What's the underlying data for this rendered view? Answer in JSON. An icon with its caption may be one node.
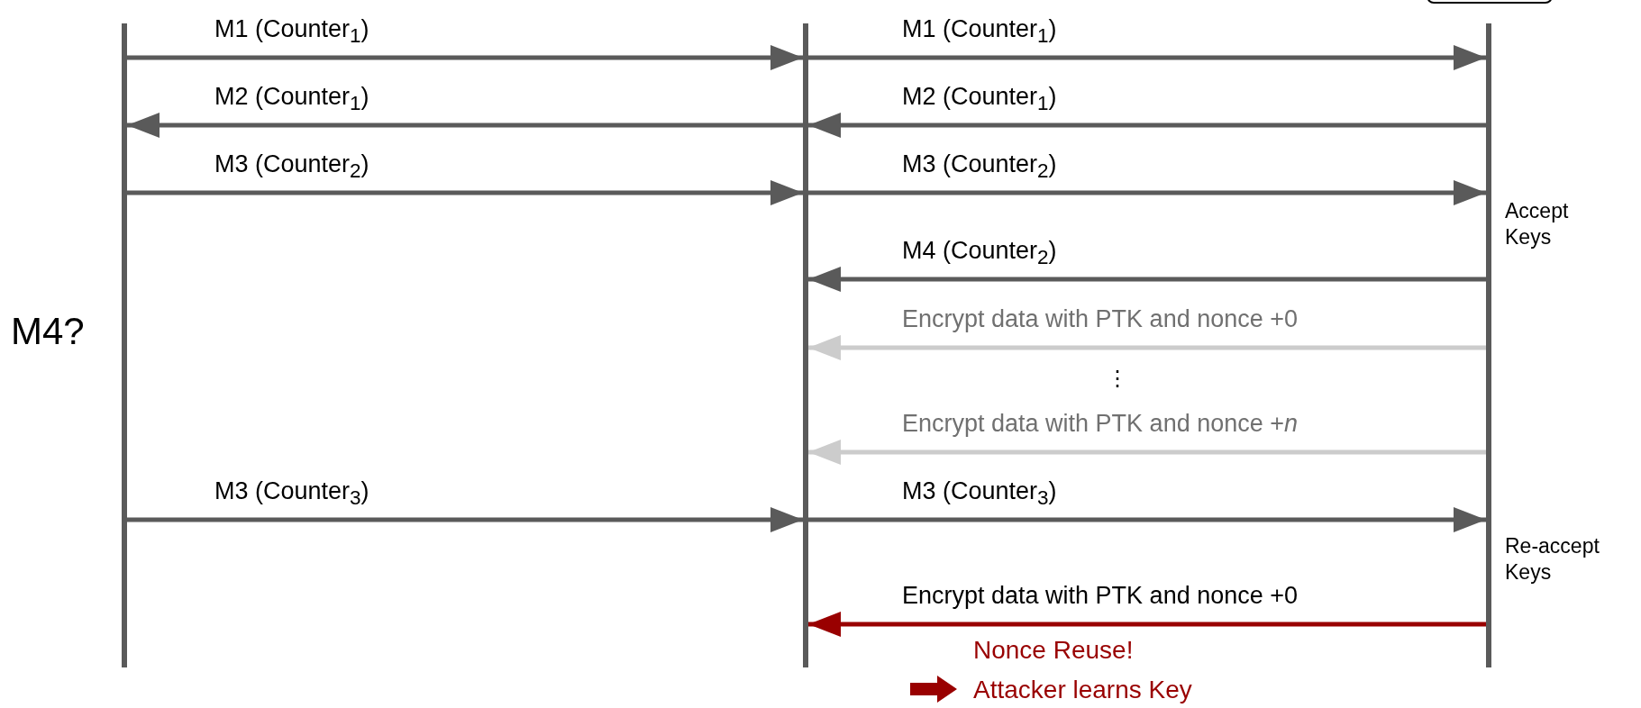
{
  "diagram": {
    "nodes": [
      {
        "text": [],
        "shape": "bar"
      },
      {
        "text": [],
        "shape": "bar"
      },
      {
        "text": [],
        "shape": "bar"
      }
    ],
    "edges": [
      {
        "from": 0,
        "to": 1,
        "arrow": "to",
        "label": "M1 (Counter$_{1}$)"
      },
      {
        "from": 1,
        "to": 2,
        "arrow": "to",
        "label": "M1 (Counter$_{1}$)"
      },
      {
        "from": 1,
        "to": 0,
        "arrow": "to",
        "label": "M2 (Counter$_{1}$)"
      },
      {
        "from": 2,
        "to": 1,
        "arrow": "to",
        "label": "M2 (Counter$_{1}$)"
      },
      {
        "from": 0,
        "to": 1,
        "arrow": "to",
        "label": "M3 (Counter$_{2}$)"
      },
      {
        "from": 1,
        "to": 2,
        "arrow": "to",
        "label": "M3 (Counter$_{2}$)"
      },
      {
        "from": 2,
        "to": 1,
        "arrow": "to",
        "label": "M4 (Counter$_{2}$)"
      },
      {
        "from": 2,
        "to": 1,
        "arrow": "to",
        "label": "Encrypt data with PTK and nonce +0",
        "color": "#cccccc"
      },
      {
        "from": 2,
        "to": 1,
        "arrow": "to",
        "label": "Encrypt data with PTK and nonce +*n*",
        "color": "#cccccc"
      },
      {
        "from": 0,
        "to": 1,
        "arrow": "to",
        "label": "M3 (Counter$_{3}$)"
      },
      {
        "from": 1,
        "to": 2,
        "arrow": "to",
        "label": "M3 (Counter$_{3}$)"
      },
      {
        "from": 2,
        "to": 1,
        "arrow": "to",
        "label": "Encrypt data with PTK and nonce +0",
        "color": "#990000"
      }
    ],
    "labels": [
      "Accept Keys",
      "M4?",
      "⋮",
      "Re-accept Keys",
      "Nonce Reuse!",
      "Attacker learns Key"
    ]
  }
}
